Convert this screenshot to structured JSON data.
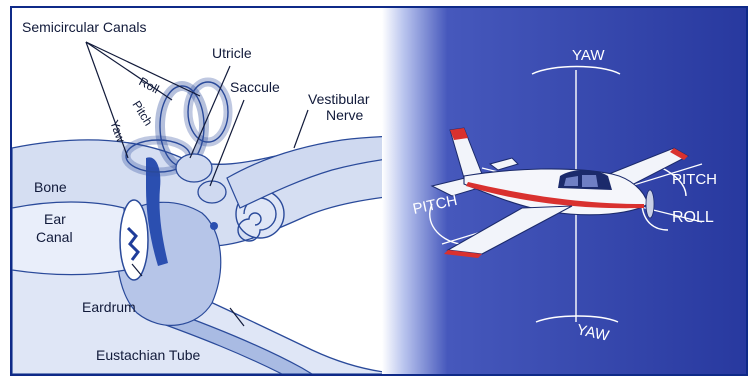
{
  "ear_labels": {
    "semicircular_canals": "Semicircular Canals",
    "roll": "Roll",
    "pitch": "Pitch",
    "yaw": "Yaw",
    "utricle": "Utricle",
    "saccule": "Saccule",
    "vestibular_line1": "Vestibular",
    "vestibular_line2": "Nerve",
    "bone": "Bone",
    "ear_canal_line1": "Ear",
    "ear_canal_line2": "Canal",
    "eardrum": "Eardrum",
    "eustachian_tube": "Eustachian Tube"
  },
  "aircraft_labels": {
    "yaw_top": "YAW",
    "yaw_bottom": "YAW",
    "pitch_left": "PITCH",
    "pitch_right": "PITCH",
    "roll": "ROLL"
  },
  "colors": {
    "sky_blue": "#2a3fa8",
    "anatomy_light": "#cfd9f0",
    "anatomy_mid": "#9fb2de",
    "anatomy_dark": "#2b4fb0",
    "line_color": "#2a4a9a"
  }
}
